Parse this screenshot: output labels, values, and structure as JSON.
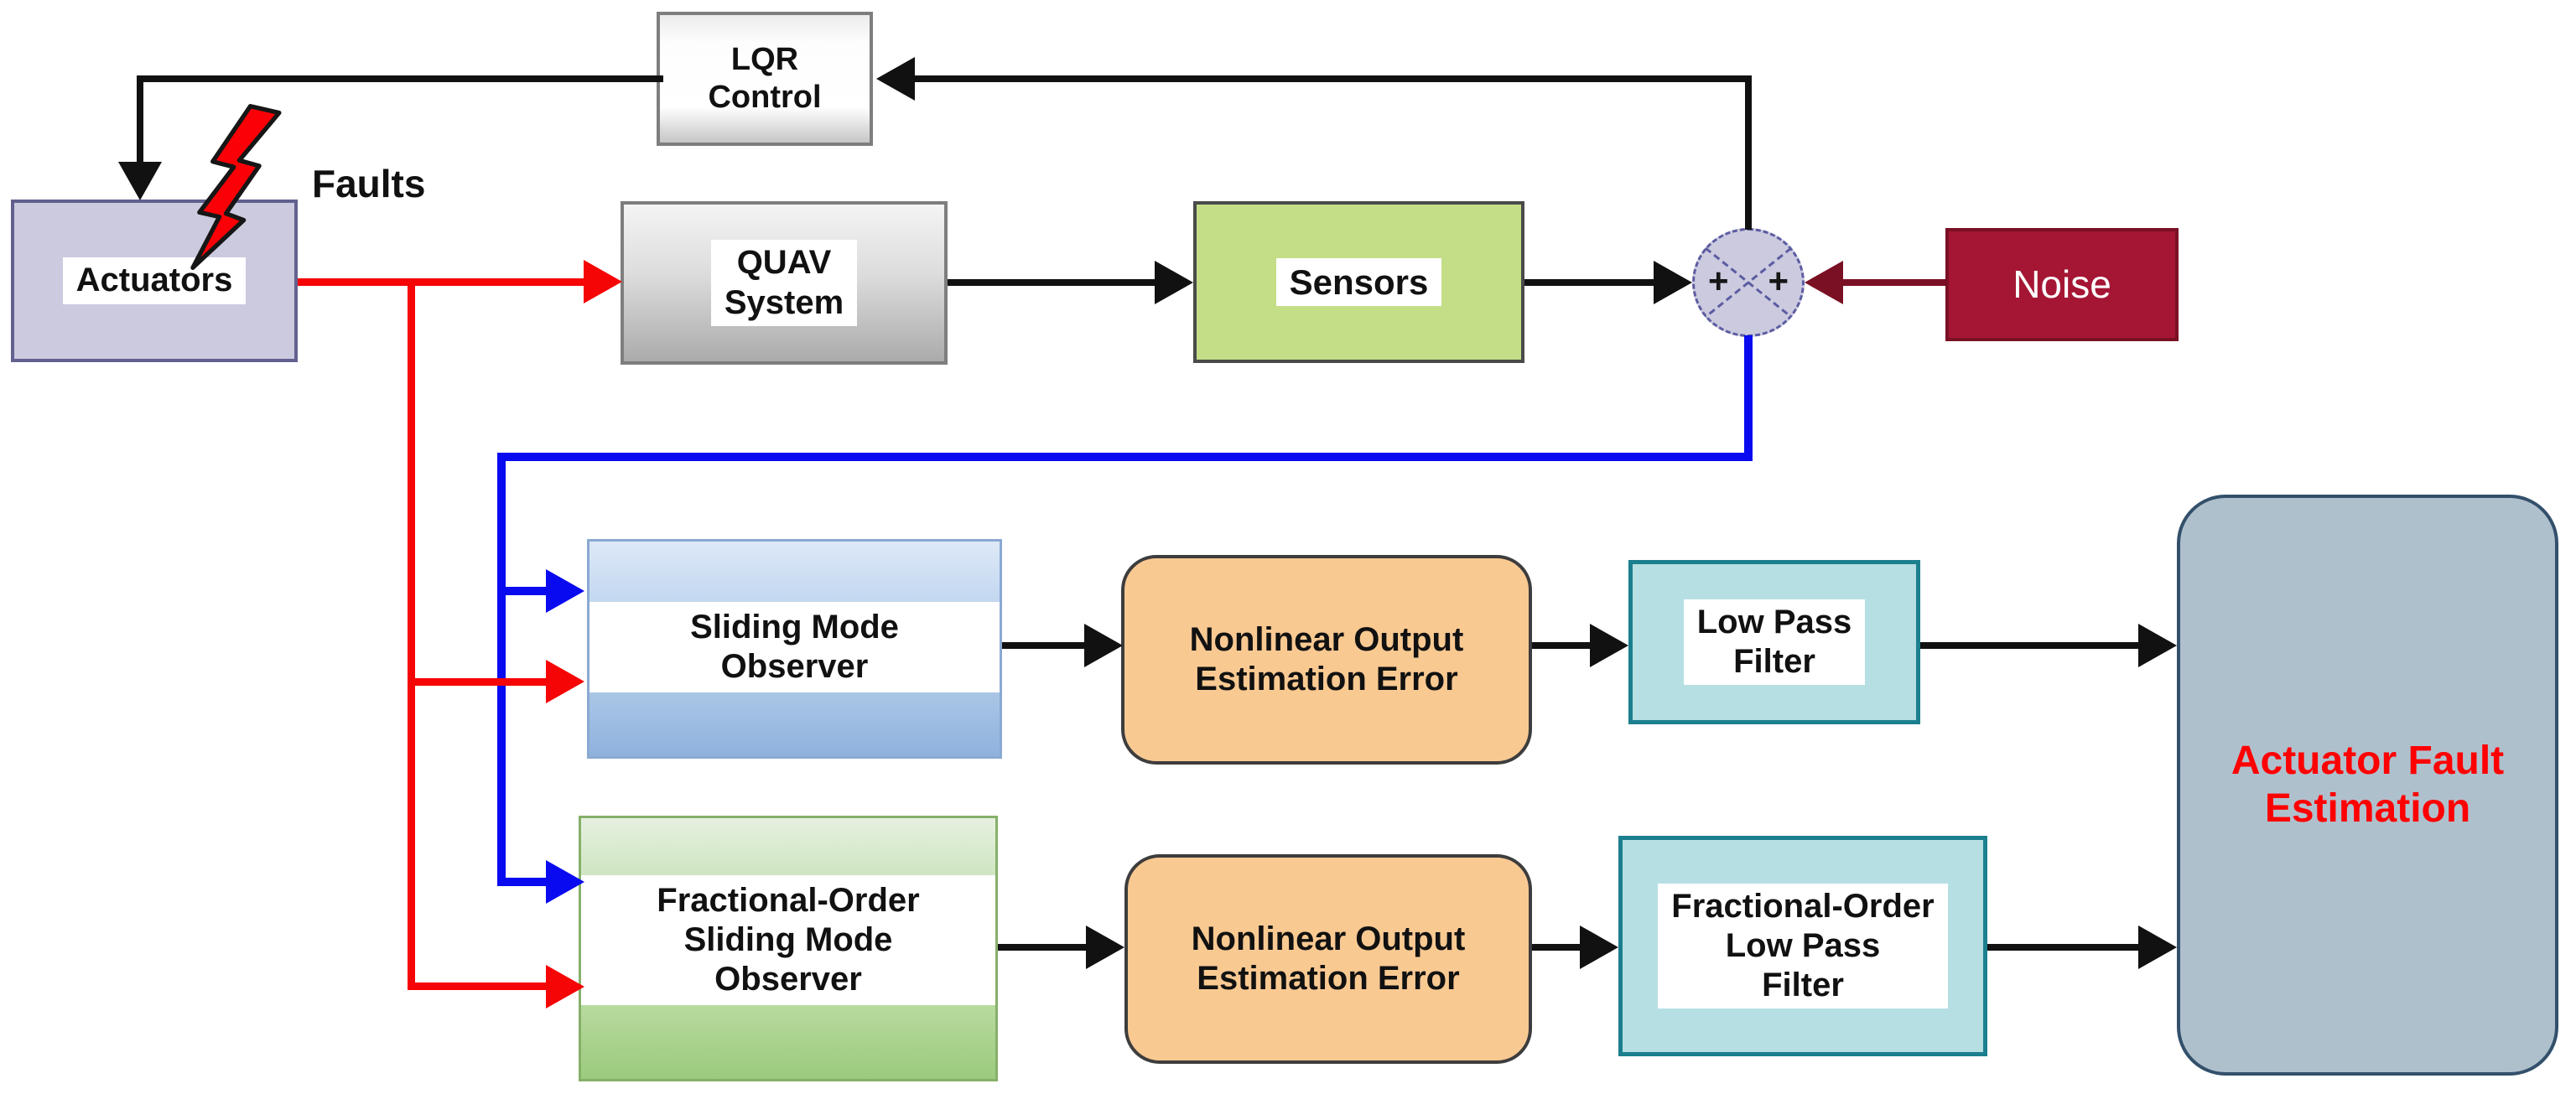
{
  "blocks": {
    "lqr_control": {
      "label": "LQR\nControl"
    },
    "actuators": {
      "label": "Actuators"
    },
    "faults": {
      "label": "Faults"
    },
    "quav_system": {
      "label": "QUAV\nSystem"
    },
    "sensors": {
      "label": "Sensors"
    },
    "noise": {
      "label": "Noise"
    },
    "sum_junction": {
      "plus_left": "+",
      "plus_right": "+"
    },
    "sliding_mode_observer": {
      "label": "Sliding Mode\nObserver"
    },
    "nonlinear_error_top": {
      "label": "Nonlinear Output\nEstimation Error"
    },
    "low_pass_filter": {
      "label": "Low Pass\nFilter"
    },
    "fractional_smo": {
      "label": "Fractional-Order\nSliding Mode\nObserver"
    },
    "nonlinear_error_bottom": {
      "label": "Nonlinear Output\nEstimation Error"
    },
    "fractional_lpf": {
      "label": "Fractional-Order\nLow Pass\nFilter"
    },
    "actuator_fault_estimation": {
      "label": "Actuator Fault\nEstimation"
    }
  },
  "colors": {
    "line_black": "#111111",
    "line_red": "#f50505",
    "line_blue": "#0a0af0",
    "noise_fill": "#a51634",
    "noise_line": "#7a1024",
    "actuators_fill": "#cbcadf",
    "actuators_border": "#61608e",
    "sensors_fill": "#c4dd87",
    "orange_fill": "#f9c992",
    "cyan_fill": "#b6dfe3",
    "cyan_border": "#1b7f8e",
    "fault_fill": "#afc0cd",
    "fault_border": "#33506b",
    "fault_text": "#ff0000"
  }
}
